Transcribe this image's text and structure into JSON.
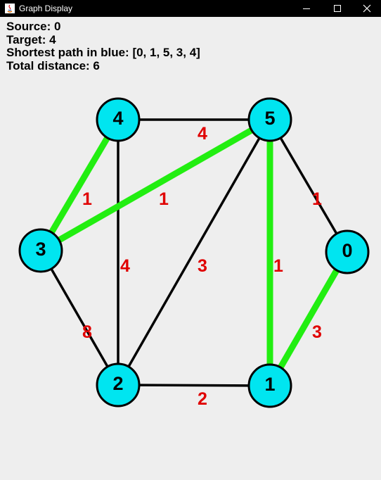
{
  "window": {
    "title": "Graph Display",
    "controls": {
      "minimize_icon": "minimize-icon",
      "maximize_icon": "maximize-icon",
      "close_icon": "close-icon"
    }
  },
  "info": {
    "source": "Source: 0",
    "target": "Target: 4",
    "path": "Shortest path in blue: [0, 1, 5, 3, 4]",
    "distance": "Total distance: 6"
  },
  "colors": {
    "node_fill": "#00e5f0",
    "edge": "#000000",
    "path_edge": "#22ee11",
    "weight_text": "#e00000",
    "background": "#eeeeee",
    "titlebar": "#000000"
  },
  "graph": {
    "nodes": [
      {
        "id": "0",
        "label": "0"
      },
      {
        "id": "1",
        "label": "1"
      },
      {
        "id": "2",
        "label": "2"
      },
      {
        "id": "3",
        "label": "3"
      },
      {
        "id": "4",
        "label": "4"
      },
      {
        "id": "5",
        "label": "5"
      }
    ],
    "edges": [
      {
        "from": "4",
        "to": "5",
        "weight": "4",
        "on_path": false
      },
      {
        "from": "4",
        "to": "2",
        "weight": "4",
        "on_path": false
      },
      {
        "from": "5",
        "to": "0",
        "weight": "1",
        "on_path": false
      },
      {
        "from": "5",
        "to": "2",
        "weight": "3",
        "on_path": false
      },
      {
        "from": "3",
        "to": "2",
        "weight": "8",
        "on_path": false
      },
      {
        "from": "2",
        "to": "1",
        "weight": "2",
        "on_path": false
      },
      {
        "from": "4",
        "to": "3",
        "weight": "1",
        "on_path": true
      },
      {
        "from": "5",
        "to": "3",
        "weight": "1",
        "on_path": true
      },
      {
        "from": "5",
        "to": "1",
        "weight": "1",
        "on_path": true
      },
      {
        "from": "0",
        "to": "1",
        "weight": "3",
        "on_path": true
      }
    ]
  }
}
